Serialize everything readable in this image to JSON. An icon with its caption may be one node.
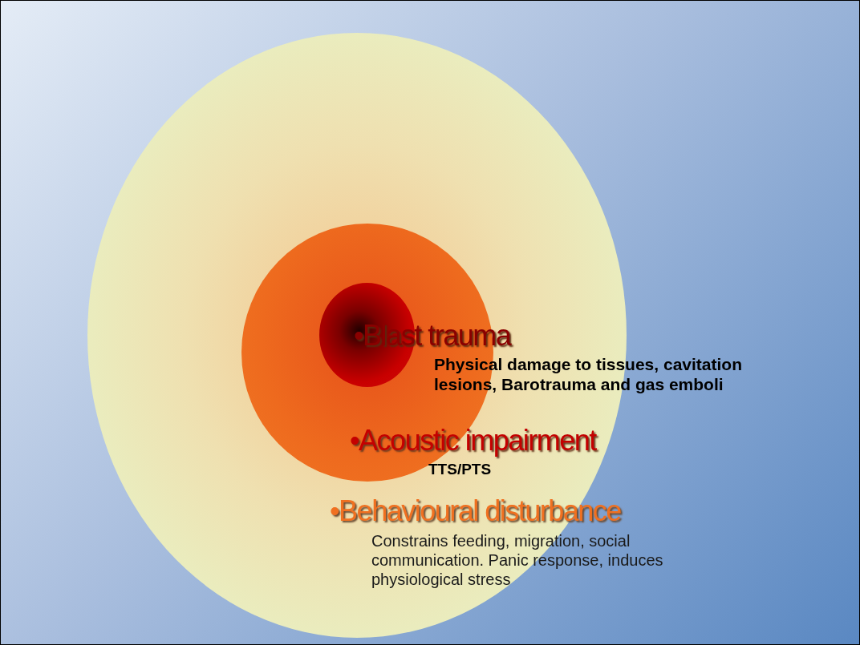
{
  "diagram": {
    "nodes": [
      {
        "text": [],
        "shape": "circle"
      },
      {
        "text": [],
        "shape": "circle",
        "in": 0
      },
      {
        "text": [],
        "shape": "circle",
        "in": 1
      }
    ],
    "labels": [
      "•Blast trauma",
      "Physical damage to tissues, cavitation lesions, Barotrauma and gas emboli",
      "•Acoustic impairment",
      "TTS/PTS",
      "•Behavioural disturbance",
      "Constrains feeding, migration, social communication. Panic response, induces physiological stress"
    ]
  }
}
